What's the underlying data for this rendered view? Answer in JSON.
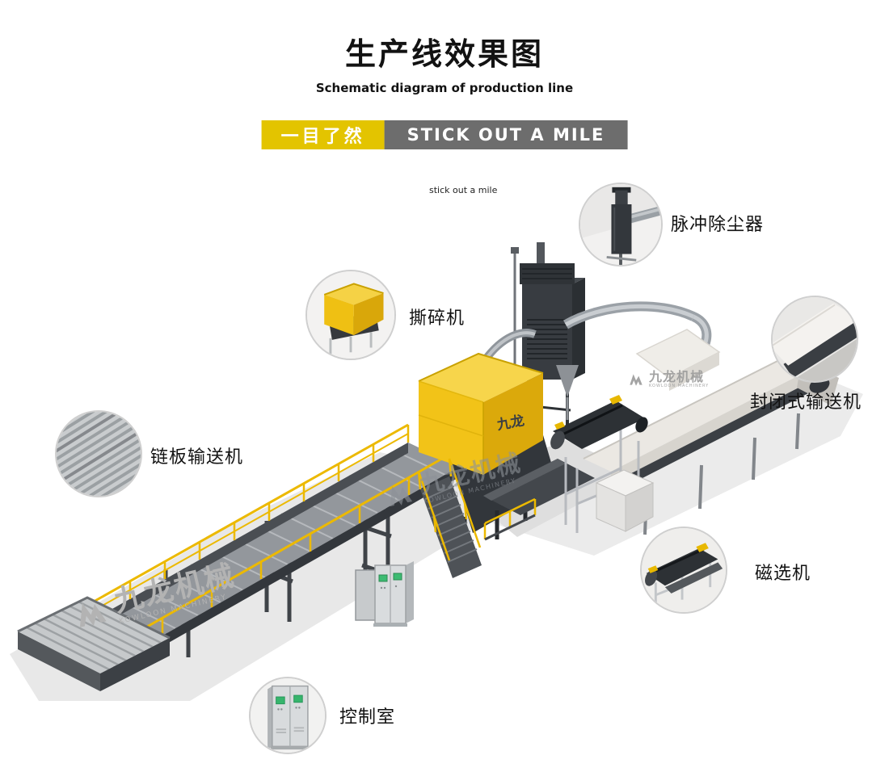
{
  "header": {
    "title": "生产线效果图",
    "subtitle": "Schematic diagram of production line",
    "banner": {
      "cn": "一目了然",
      "en": "STICK OUT A MILE"
    },
    "tagline": "stick out a mile"
  },
  "callouts": [
    {
      "id": "pulse-dust-collector",
      "label": "脉冲除尘器"
    },
    {
      "id": "shredder",
      "label": "撕碎机"
    },
    {
      "id": "enclosed-conveyor",
      "label": "封闭式输送机"
    },
    {
      "id": "chain-plate-conveyor",
      "label": "链板输送机"
    },
    {
      "id": "magnetic-separator",
      "label": "磁选机"
    },
    {
      "id": "control-room",
      "label": "控制室"
    }
  ],
  "scene": {
    "machine_brand_label": "九龙",
    "watermark": {
      "cn": "九龙机械",
      "en": "KOWLOON MACHINERY"
    }
  },
  "colors": {
    "accent_yellow": "#e3c400",
    "banner_gray": "#6d6d6d",
    "machine_yellow": "#f2c318",
    "structure_dark": "#383c41",
    "pipe_gray": "#9ba1a7",
    "conveyor_white": "#ebe8e3"
  }
}
